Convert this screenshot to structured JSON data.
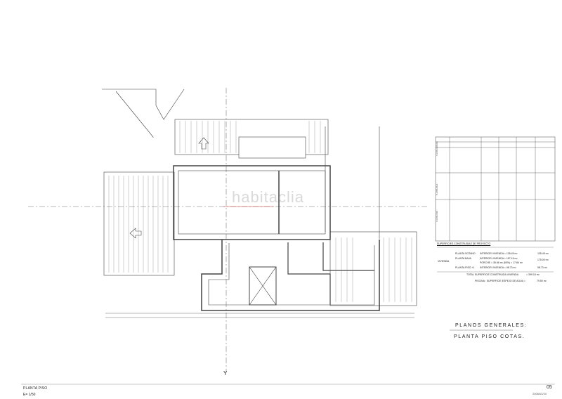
{
  "drawing": {
    "title": "PLANTA PISO",
    "scale": "E= 1/50",
    "sheet_number": "05",
    "sheet_date": "2008/02/20",
    "section_heading": "PLANOS GENERALES:",
    "section_subheading": "PLANTA PISO COTAS.",
    "axis_label": "Y",
    "watermark": "habitaclia"
  },
  "surface_summary": {
    "heading": "SUPERFICIES CONSTRUIDAS DE PROYECTO",
    "vivienda_label": "VIVIENDA",
    "rows": [
      {
        "floor": "PLANTA SOTANO",
        "detail": "INTERIOR VIVIENDA = 135.45 m²",
        "total": "135.45 m²"
      },
      {
        "floor": "PLANTA BAJA",
        "detail": "INTERIOR VIVIENDA = 157.16 m²",
        "total": "175.00 m²"
      },
      {
        "floor": "",
        "detail": "PORCHE = 35.66 m² (50%) = 17.84 m²",
        "total": ""
      },
      {
        "floor": "PLANTA PISO +1",
        "detail": "INTERIOR VIVIENDA = 98.73 m²",
        "total": "98.73 m²"
      }
    ],
    "total_label": "TOTAL SUPERFICIE CONSTRUIDA VIVIENDA",
    "total_value": "= 399.18 m²",
    "pool_label": "PISCINA : SUPERFICIE ESPEJO DE AGUA =",
    "pool_value": "79.50 m²"
  },
  "room_table": {
    "group_labels": [
      "PLANTA SOTANO",
      "PLANTA BAJA",
      "PLANTA PISO"
    ]
  }
}
